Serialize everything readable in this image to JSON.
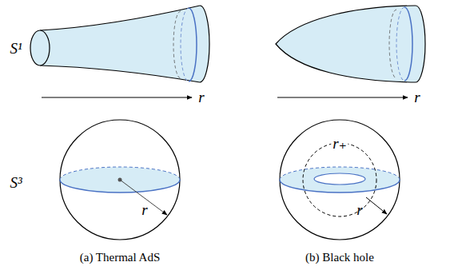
{
  "diagram": {
    "labels": [
      "S¹",
      "r",
      "r",
      "S³",
      "r",
      "r₊",
      "r",
      "(a) Thermal AdS",
      "(b) Black hole"
    ]
  }
}
